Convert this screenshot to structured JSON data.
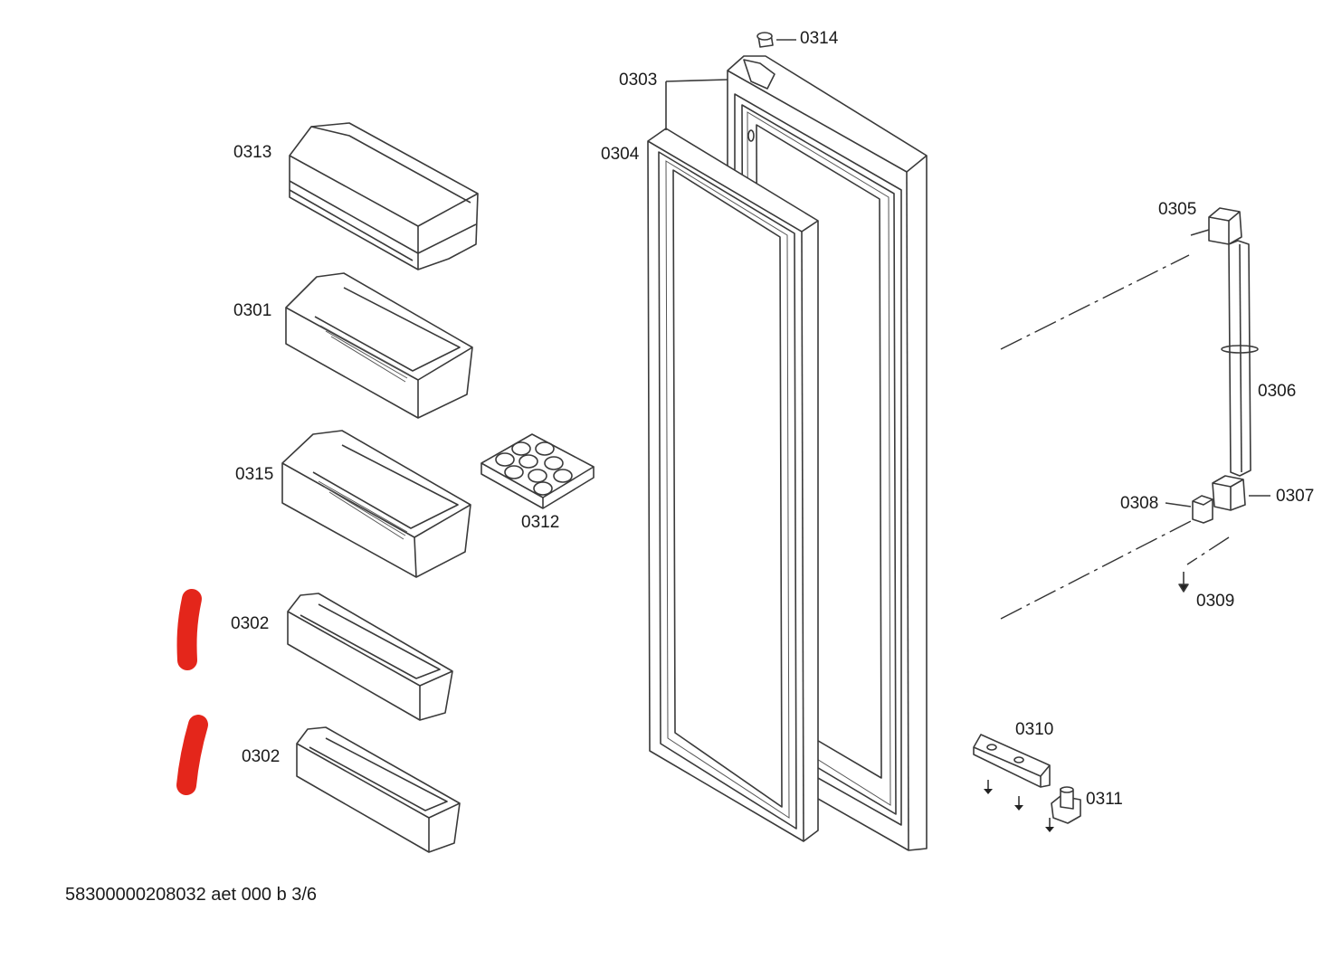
{
  "labels": {
    "p0313": "0313",
    "p0301": "0301",
    "p0315": "0315",
    "p0312": "0312",
    "p0302a": "0302",
    "p0302b": "0302",
    "p0303": "0303",
    "p0304": "0304",
    "p0314": "0314",
    "p0305": "0305",
    "p0306": "0306",
    "p0307": "0307",
    "p0308": "0308",
    "p0309": "0309",
    "p0310": "0310",
    "p0311": "0311"
  },
  "footer": "58300000208032 aet 000 b 3/6",
  "colors": {
    "line": "#3a3a3a",
    "highlight": "#e4261b",
    "background": "#ffffff"
  }
}
